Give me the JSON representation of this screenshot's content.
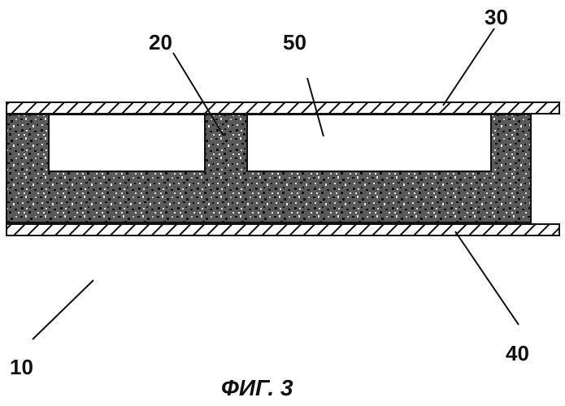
{
  "figure": {
    "caption": "ФИГ. 3",
    "colors": {
      "ink": "#111111",
      "background": "#ffffff",
      "speckle_dark": "#1a1a1a",
      "speckle_light": "#8a8a8a"
    },
    "labels": {
      "ref_10": "10",
      "ref_20": "20",
      "ref_30": "30",
      "ref_40": "40",
      "ref_50": "50"
    }
  }
}
